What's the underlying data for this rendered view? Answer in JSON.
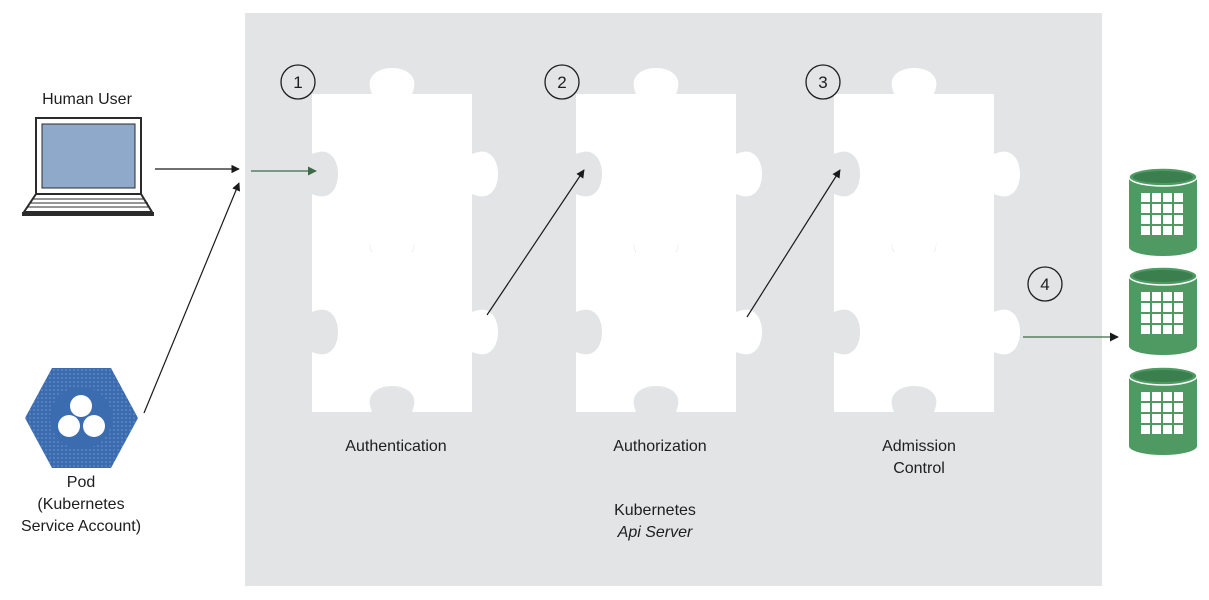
{
  "actors": {
    "human_user": "Human User",
    "pod": [
      "Pod",
      "(Kubernetes",
      "Service Account)"
    ]
  },
  "steps": [
    "1",
    "2",
    "3",
    "4"
  ],
  "stages": {
    "authentication": "Authentication",
    "authorization": "Authorization",
    "admission_control": [
      "Admission",
      "Control"
    ]
  },
  "server": {
    "name": "Kubernetes",
    "subtitle": "Api Server"
  },
  "colors": {
    "panel": "#e3e4e5",
    "piece": "#ffffff",
    "arrow_dark": "#1a1a1a",
    "arrow_green": "#3d6b48",
    "db_green": "#4e9a62",
    "db_green_dark": "#3c7f4e",
    "screen_blue": "#8fa9cb",
    "pod_blue": "#3c6cb0"
  },
  "icons": [
    "laptop-icon",
    "pod-hexagon-icon",
    "puzzle-piece-icon",
    "database-icon"
  ]
}
